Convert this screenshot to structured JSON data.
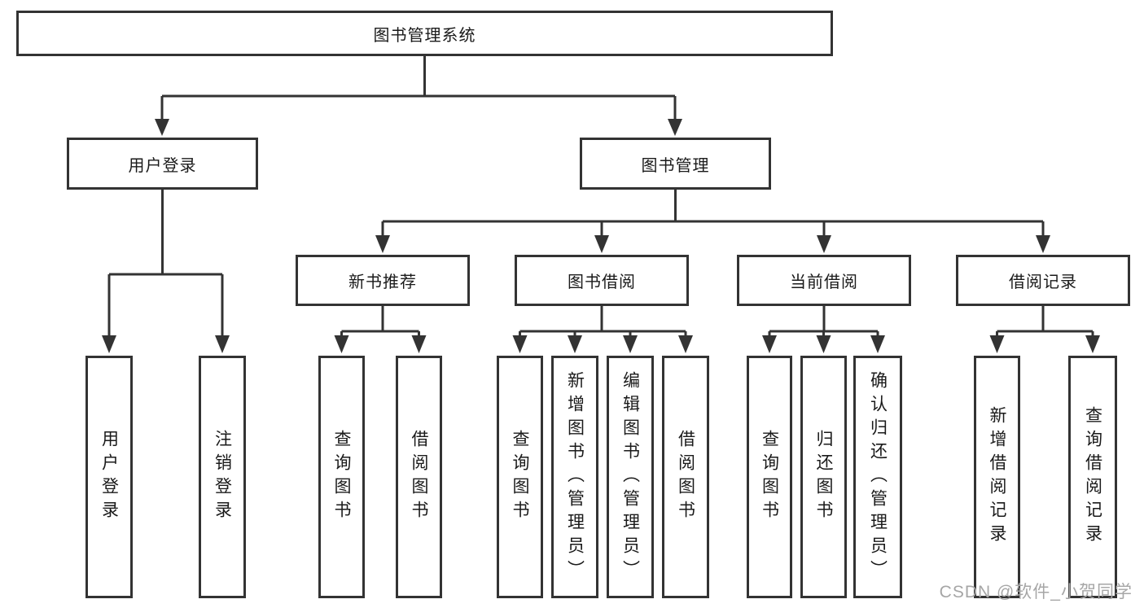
{
  "tree": {
    "root": {
      "label": "图书管理系统"
    },
    "children": [
      {
        "label": "用户登录",
        "children": [
          {
            "label": "用户登录"
          },
          {
            "label": "注销登录"
          }
        ]
      },
      {
        "label": "图书管理",
        "children": [
          {
            "label": "新书推荐",
            "children": [
              {
                "label": "查询图书"
              },
              {
                "label": "借阅图书"
              }
            ]
          },
          {
            "label": "图书借阅",
            "children": [
              {
                "label": "查询图书"
              },
              {
                "label": "新增图书（管理员）"
              },
              {
                "label": "编辑图书（管理员）"
              },
              {
                "label": "借阅图书"
              }
            ]
          },
          {
            "label": "当前借阅",
            "children": [
              {
                "label": "查询图书"
              },
              {
                "label": "归还图书"
              },
              {
                "label": "确认归还（管理员）"
              }
            ]
          },
          {
            "label": "借阅记录",
            "children": [
              {
                "label": "新增借阅记录"
              },
              {
                "label": "查询借阅记录"
              }
            ]
          }
        ]
      }
    ]
  },
  "watermark": {
    "text": "CSDN @软件_小贺同学"
  },
  "colors": {
    "line": "#333333",
    "text": "#1a1a1a",
    "background": "#ffffff",
    "watermark": "#a6a6a6"
  }
}
